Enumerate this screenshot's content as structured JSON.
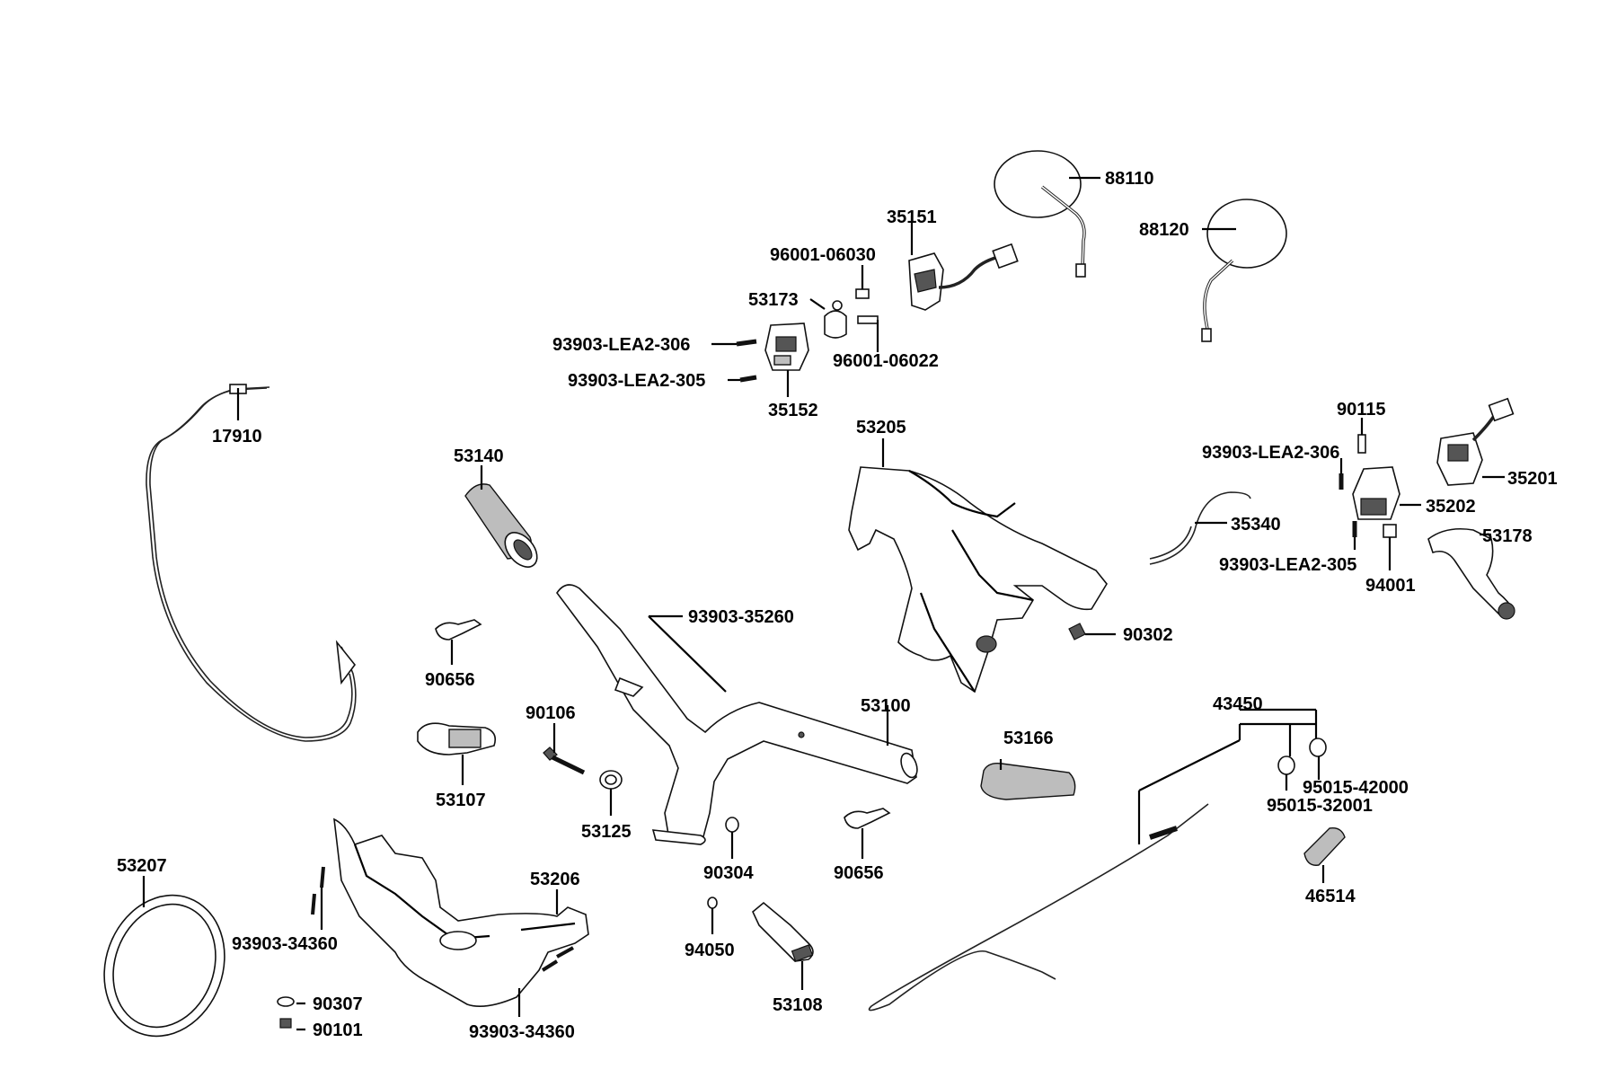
{
  "diagram": {
    "part_labels": [
      "88110",
      "88120",
      "35151",
      "96001-06030",
      "53173",
      "93903-LEA2-306",
      "93903-LEA2-305",
      "96001-06022",
      "35152",
      "17910",
      "53140",
      "53205",
      "90115",
      "93903-LEA2-306",
      "35201",
      "35202",
      "35340",
      "53178",
      "93903-LEA2-305",
      "94001",
      "93903-35260",
      "90302",
      "90656",
      "53100",
      "43450",
      "53166",
      "90106",
      "53107",
      "95015-42000",
      "95015-32001",
      "53125",
      "90304",
      "90656",
      "46514",
      "53207",
      "53206",
      "93903-34360",
      "94050",
      "90307",
      "90101",
      "93903-34360",
      "53108"
    ]
  }
}
